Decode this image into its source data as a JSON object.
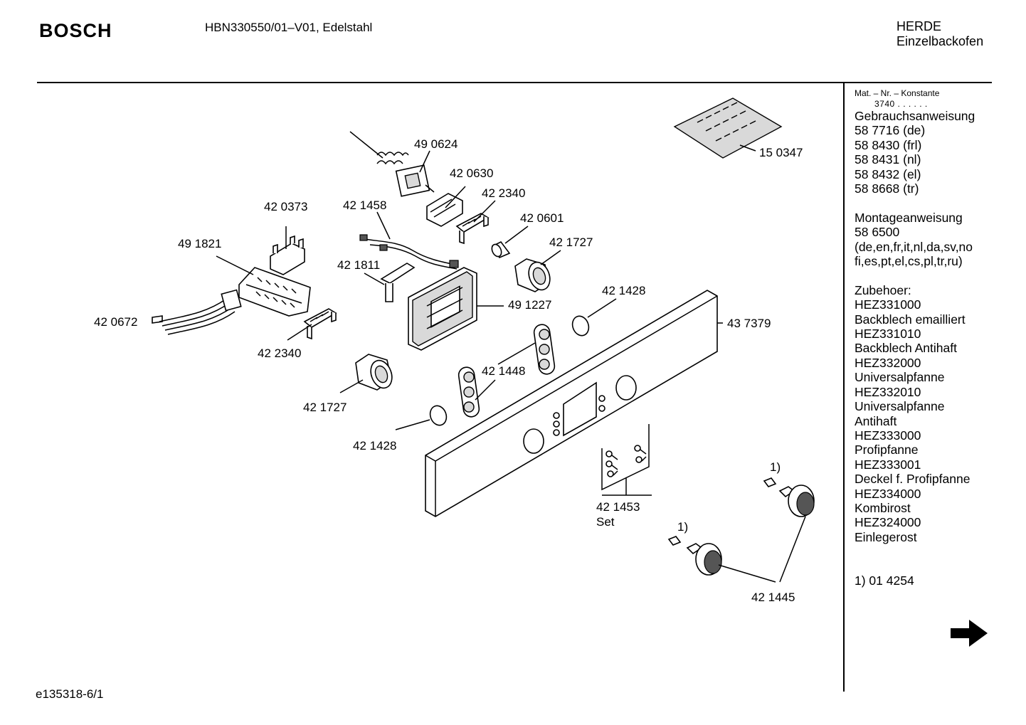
{
  "header": {
    "brand": "BOSCH",
    "model": "HBN330550/01–V01, Edelstahl",
    "category_line1": "HERDE",
    "category_line2": "Einzelbackofen"
  },
  "footer": {
    "doc_code": "e135318-6/1"
  },
  "sidebar": {
    "mat_label": "Mat. – Nr. – Konstante",
    "mat_value": "3740 . . . . . .",
    "manual_title": "Gebrauchsanweisung",
    "manuals": [
      "58 7716 (de)",
      "58 8430 (frl)",
      "58 8431 (nl)",
      "58 8432 (el)",
      "58 8668 (tr)"
    ],
    "install_title": "Montageanweisung",
    "install_items": [
      "58 6500",
      "(de,en,fr,it,nl,da,sv,no",
      "fi,es,pt,el,cs,pl,tr,ru)"
    ],
    "accessories_title": "Zubehoer:",
    "accessories": [
      "HEZ331000",
      "Backblech emailliert",
      "HEZ331010",
      "Backblech Antihaft",
      "HEZ332000",
      "Universalpfanne",
      "HEZ332010",
      "Universalpfanne",
      "Antihaft",
      "HEZ333000",
      "Profipfanne",
      "HEZ333001",
      "Deckel f. Profipfanne",
      "HEZ334000",
      "Kombirost",
      "HEZ324000",
      "Einlegerost"
    ],
    "footnote": "1) 01 4254"
  },
  "parts": {
    "p490624": "49 0624",
    "p420630": "42 0630",
    "p422340a": "42 2340",
    "p420601": "42 0601",
    "p421727a": "42 1727",
    "p421458": "42 1458",
    "p420373": "42 0373",
    "p491821": "49 1821",
    "p421811": "42 1811",
    "p420672": "42 0672",
    "p422340b": "42 2340",
    "p491227": "49 1227",
    "p421428a": "42 1428",
    "p437379": "43 7379",
    "p421448": "42 1448",
    "p421727b": "42 1727",
    "p421428b": "42 1428",
    "p150347": "15 0347",
    "p421453": "42 1453",
    "set_label": "Set",
    "footnote_mark_a": "1)",
    "footnote_mark_b": "1)",
    "p421445": "42 1445"
  },
  "icons": {
    "next": "arrow-right-icon"
  }
}
